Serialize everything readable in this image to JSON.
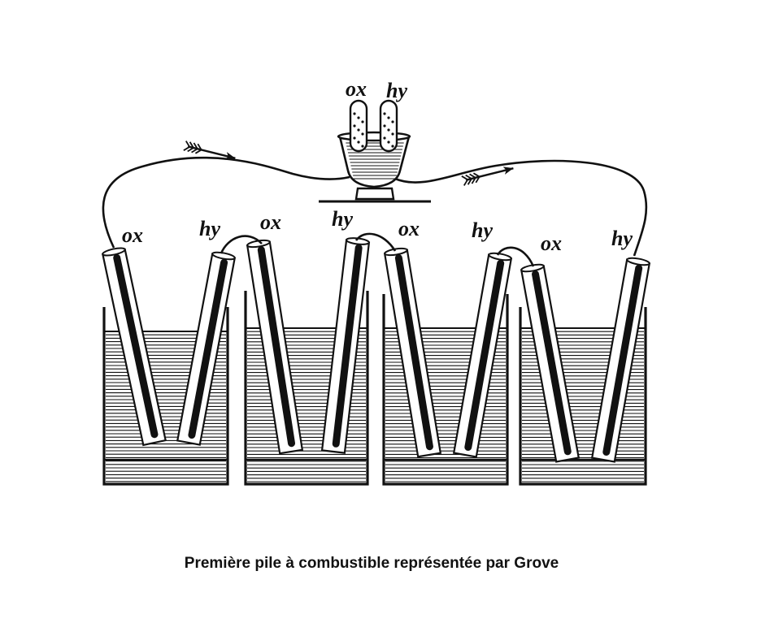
{
  "caption": "Première pile à combustible représentée par Grove",
  "labels": {
    "cell_1": {
      "left": "ox",
      "right": "hy"
    },
    "cell_2": {
      "left": "ox",
      "right": "hy"
    },
    "cell_3": {
      "left": "ox",
      "right": "hy"
    },
    "cell_4": {
      "left": "ox",
      "right": "hy"
    },
    "voltameter": {
      "left": "ox",
      "right": "hy"
    }
  },
  "colors": {
    "ink": "#111111",
    "paper": "#ffffff"
  }
}
